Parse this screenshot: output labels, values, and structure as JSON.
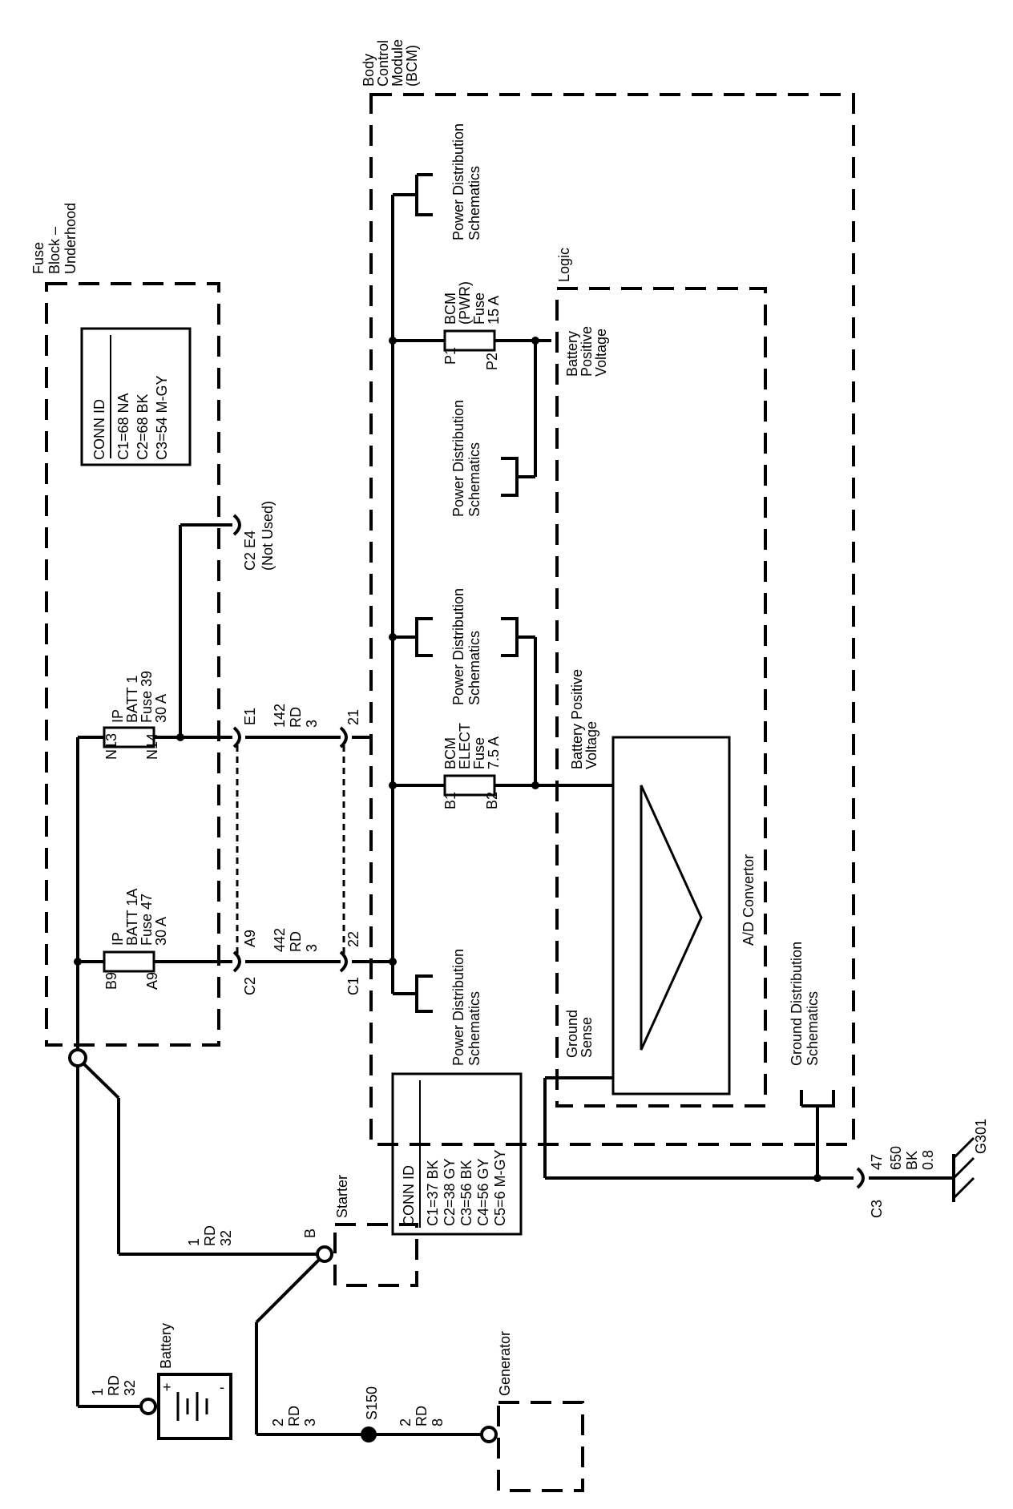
{
  "fuse_block": {
    "title": "Fuse Block – Underhood",
    "title_lines": [
      "Fuse",
      "Block –",
      "Underhood"
    ],
    "conn_table": {
      "header": "CONN ID",
      "rows": [
        "C1=68 NA",
        "C2=68 BK",
        "C3=54 M-GY"
      ]
    },
    "fuse_batt1": {
      "pin_in": "N13",
      "pin_out": "N14",
      "lines": [
        "IP",
        "BATT 1",
        "Fuse 39",
        "30 A"
      ]
    },
    "fuse_batt1a": {
      "pin_in": "B9",
      "pin_out": "A9",
      "lines": [
        "IP",
        "BATT 1A",
        "Fuse 47",
        "30 A"
      ]
    },
    "conn_e4": {
      "connector": "C2",
      "pin": "E4",
      "note": "(Not Used)"
    },
    "conn_e1": {
      "pin": "E1"
    },
    "conn_a9": {
      "connector": "C2",
      "pin": "A9"
    }
  },
  "wires": {
    "w142": {
      "circuit": "142",
      "color": "RD",
      "size": "3"
    },
    "w442": {
      "circuit": "442",
      "color": "RD",
      "size": "3"
    },
    "w_batt_fuse": {
      "circuit": "1",
      "color": "RD",
      "size": "32"
    },
    "w_batt_starter": {
      "circuit": "1",
      "color": "RD",
      "size": "32"
    },
    "w_starter_s150": {
      "circuit": "2",
      "color": "RD",
      "size": "3"
    },
    "w_s150_gen": {
      "circuit": "2",
      "color": "RD",
      "size": "8"
    },
    "w650": {
      "circuit": "650",
      "color": "BK",
      "size": "0.8"
    }
  },
  "bcm": {
    "title_lines": [
      "Body",
      "Control",
      "Module",
      "(BCM)"
    ],
    "conn_table": {
      "header": "CONN ID",
      "rows": [
        "C1=37 BK",
        "C2=38 GY",
        "C3=56 BK",
        "C4=56 GY",
        "C5=6 M-GY"
      ]
    },
    "pin_21": "21",
    "pin_22": "22",
    "pin_c1": "C1",
    "pin_47": "47",
    "pin_c3": "C3",
    "fuse_pwr": {
      "pin_in": "P1",
      "pin_out": "P2",
      "lines": [
        "BCM",
        "(PWR)",
        "Fuse",
        "15 A"
      ]
    },
    "fuse_elect": {
      "pin_in": "B1",
      "pin_out": "B2",
      "lines": [
        "BCM",
        "ELECT",
        "Fuse",
        "7.5 A"
      ]
    },
    "logic_label": "Logic",
    "bat_pos_voltage_a": [
      "Battery",
      "Positive",
      "Voltage"
    ],
    "bat_pos_voltage_b": [
      "Battery Positive",
      "Voltage"
    ],
    "ad_convertor": "A/D Convertor",
    "ground_sense": [
      "Ground",
      "Sense"
    ],
    "power_dist": [
      "Power Distribution",
      "Schematics"
    ],
    "ground_dist": [
      "Ground Distribution",
      "Schematics"
    ]
  },
  "components": {
    "battery": "Battery",
    "starter": "Starter",
    "starter_terminal": "B",
    "generator": "Generator",
    "splice": "S150",
    "ground": "G301"
  }
}
